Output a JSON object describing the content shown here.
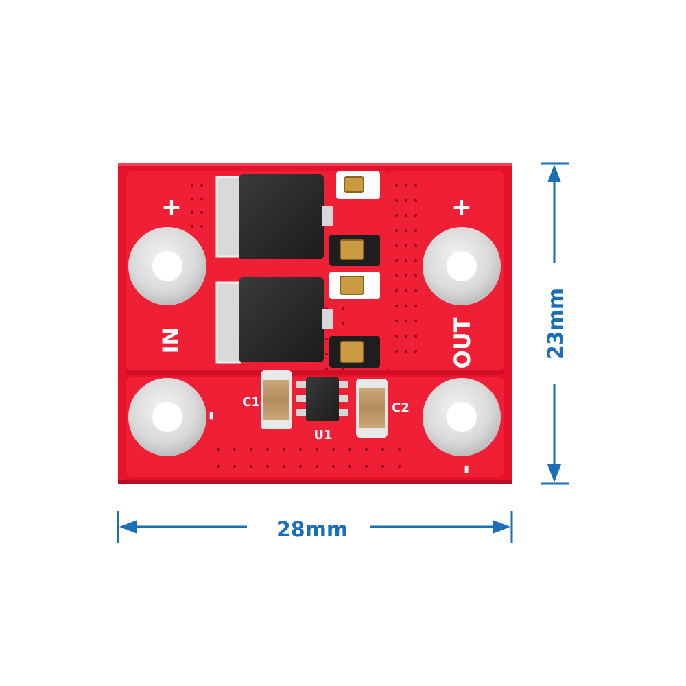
{
  "board": {
    "pcb_color": "#e8112b",
    "label_in": "IN",
    "label_out": "OUT",
    "plus_in": "+",
    "plus_out": "+",
    "minus_in": "-",
    "minus_out": "-",
    "c1": "C1",
    "c2": "C2",
    "u1": "U1"
  },
  "dimensions": {
    "width_label": "28mm",
    "height_label": "23mm",
    "color": "#1a6fb8"
  }
}
